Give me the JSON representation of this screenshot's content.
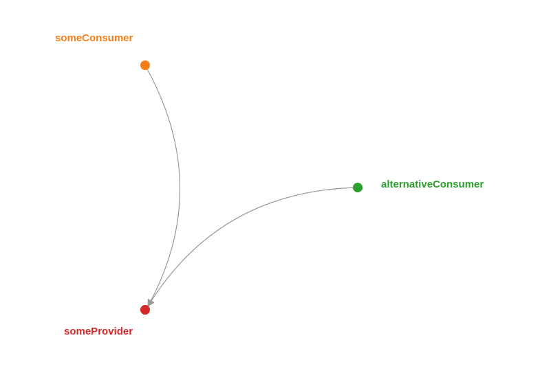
{
  "graph": {
    "nodes": [
      {
        "id": "someConsumer",
        "label": "someConsumer",
        "color": "#f57f17"
      },
      {
        "id": "alternativeConsumer",
        "label": "alternativeConsumer",
        "color": "#2ca02c"
      },
      {
        "id": "someProvider",
        "label": "someProvider",
        "color": "#d62728"
      }
    ],
    "edges": [
      {
        "from": "someConsumer",
        "to": "someProvider",
        "directed": true
      },
      {
        "from": "alternativeConsumer",
        "to": "someProvider",
        "directed": true
      }
    ],
    "edge_color": "#999999"
  }
}
